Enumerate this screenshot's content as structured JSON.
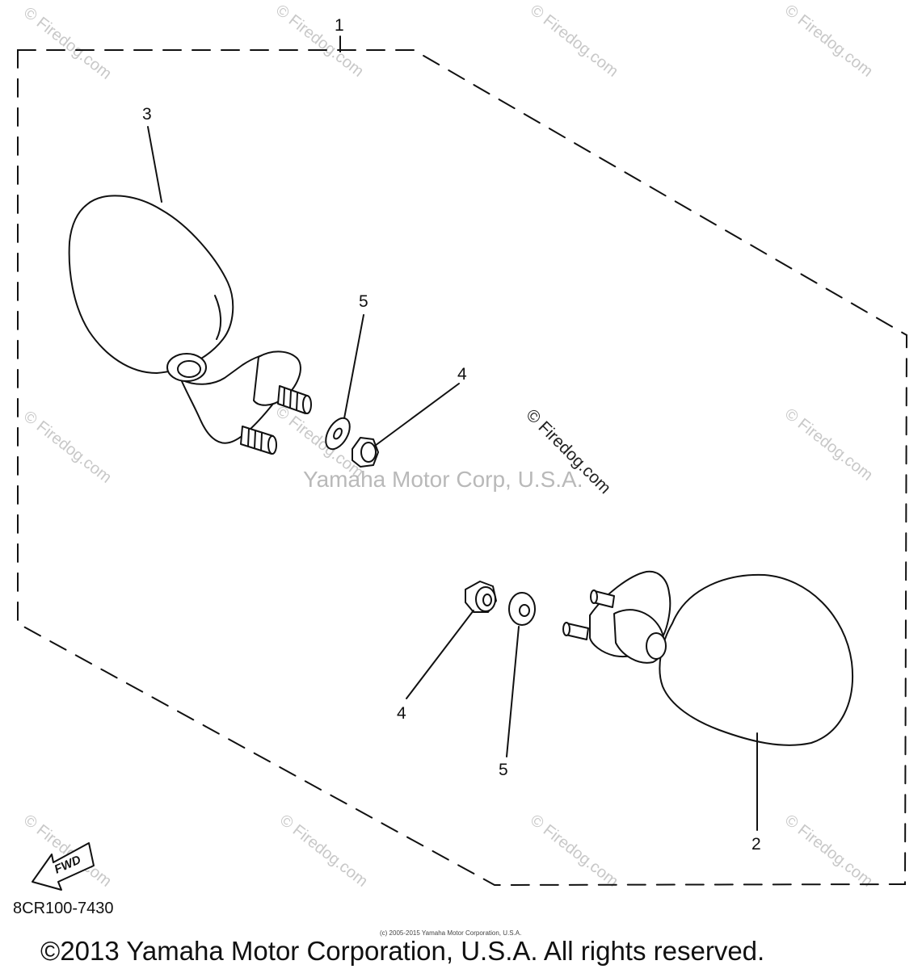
{
  "diagram": {
    "callouts": {
      "assembly": "1",
      "right_mirror": "2",
      "left_mirror": "3",
      "nut_left": "4",
      "washer_left": "5",
      "nut_right": "4",
      "washer_right": "5"
    },
    "fwd_label": "FWD",
    "part_code": "8CR100-7430",
    "center_watermark": "Yamaha Motor Corp, U.S.A.",
    "center_watermark_site": "© Firedog.com",
    "small_notice": "(c) 2005-2015 Yamaha Motor Corporation, U.S.A.",
    "footer": "©2013 Yamaha Motor Corporation, U.S.A. All rights reserved.",
    "watermark_text": "© Firedog.com"
  }
}
